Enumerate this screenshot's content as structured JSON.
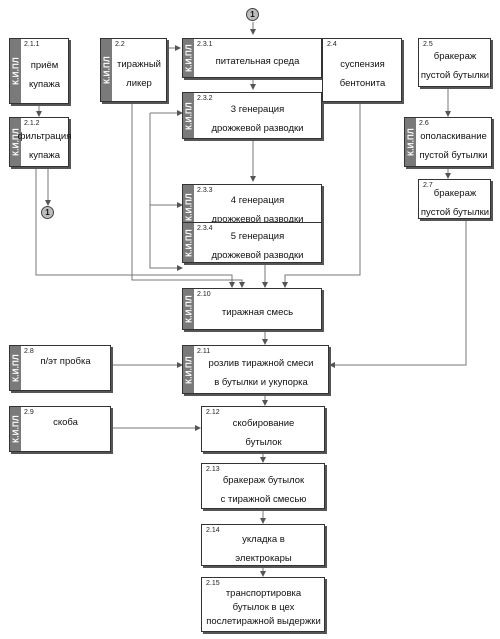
{
  "tag_text": "К.И.ПЛ",
  "connector_label": "1",
  "blocks": [
    {
      "id": "b211",
      "num": "2.1.1",
      "lines": [
        "приём",
        "купажа"
      ],
      "tag": true
    },
    {
      "id": "b212",
      "num": "2.1.2",
      "lines": [
        "фильтрация",
        "купажа"
      ],
      "tag": true
    },
    {
      "id": "b22",
      "num": "2.2",
      "lines": [
        "тиражный",
        "ликер"
      ],
      "tag": true
    },
    {
      "id": "b231",
      "num": "2.3.1",
      "lines": [
        "питательная среда"
      ],
      "tag": true
    },
    {
      "id": "b232",
      "num": "2.3.2",
      "lines": [
        "3 генерация",
        "дрожжевой разводки"
      ],
      "tag": true
    },
    {
      "id": "b233",
      "num": "2.3.3",
      "lines": [
        "4 генерация",
        "дрожжевой разводки"
      ],
      "tag": true
    },
    {
      "id": "b234",
      "num": "2.3.4",
      "lines": [
        "5 генерация",
        "дрожжевой разводки"
      ],
      "tag": true
    },
    {
      "id": "b24",
      "num": "2.4",
      "lines": [
        "суспензия",
        "бентонита"
      ],
      "tag": false
    },
    {
      "id": "b25",
      "num": "2.5",
      "lines": [
        "бракераж",
        "пустой бутылки"
      ],
      "tag": false
    },
    {
      "id": "b26",
      "num": "2.6",
      "lines": [
        "ополаскивание",
        "пустой бутылки"
      ],
      "tag": true
    },
    {
      "id": "b27",
      "num": "2.7",
      "lines": [
        "бракераж",
        "пустой бутылки"
      ],
      "tag": false
    },
    {
      "id": "b210",
      "num": "2.10",
      "lines": [
        "тиражная  смесь"
      ],
      "tag": true
    },
    {
      "id": "b28",
      "num": "2.8",
      "lines": [
        "п/эт пробка"
      ],
      "tag": true
    },
    {
      "id": "b211b",
      "num": "2.11",
      "lines": [
        "розлив тиражной смеси",
        "в бутылки и укупорка"
      ],
      "tag": true
    },
    {
      "id": "b29",
      "num": "2.9",
      "lines": [
        "скоба"
      ],
      "tag": true
    },
    {
      "id": "b212b",
      "num": "2.12",
      "lines": [
        "скобирование",
        "бутылок"
      ],
      "tag": false
    },
    {
      "id": "b213",
      "num": "2.13",
      "lines": [
        "бракераж бутылок",
        "с тиражной смесью"
      ],
      "tag": false
    },
    {
      "id": "b214",
      "num": "2.14",
      "lines": [
        "укладка в",
        "электрокары"
      ],
      "tag": false
    },
    {
      "id": "b215",
      "num": "2.15",
      "lines": [
        "транспортировка",
        "бутылок в цех",
        "послетиражной выдержки"
      ],
      "tag": false
    }
  ]
}
